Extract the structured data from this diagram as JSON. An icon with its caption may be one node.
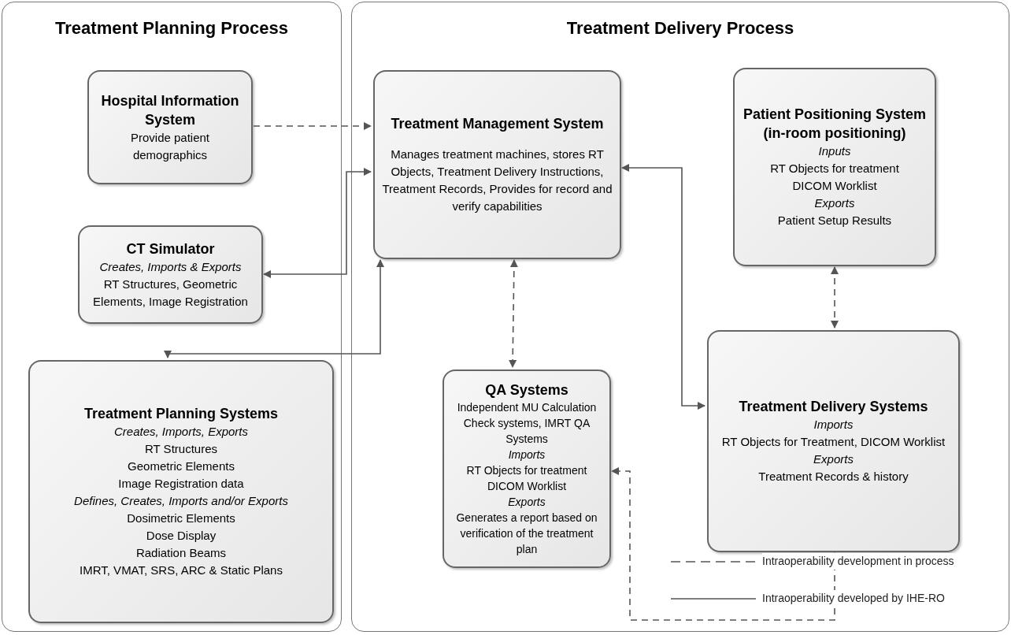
{
  "diagram": {
    "nodes": [
      {
        "text": [
          "Treatment Planning Process"
        ]
      },
      {
        "text": [
          "Treatment Delivery Process"
        ]
      },
      {
        "text": [
          "Hospital Information System",
          "Provide patient demographics"
        ],
        "in": 0
      },
      {
        "text": [
          "CT Simulator",
          "Creates, Imports & Exports",
          "RT Structures, Geometric Elements, Image Registration"
        ],
        "in": 0
      },
      {
        "text": [
          "Treatment Planning Systems",
          "Creates, Imports, Exports",
          "RT Structures",
          "Geometric Elements",
          "Image Registration data",
          "Defines, Creates, Imports and/or Exports",
          "Dosimetric Elements",
          "Dose Display",
          "Radiation Beams",
          "IMRT, VMAT, SRS, ARC & Static Plans"
        ],
        "in": 0
      },
      {
        "text": [
          "Treatment Management System",
          "Manages treatment machines, stores RT Objects, Treatment Delivery Instructions, Treatment Records, Provides for record and verify capabilities"
        ],
        "in": 1
      },
      {
        "text": [
          "Patient Positioning System (in-room positioning)",
          "Inputs",
          "RT Objects for treatment",
          "DICOM Worklist",
          "Exports",
          "Patient Setup Results"
        ],
        "in": 1
      },
      {
        "text": [
          "QA Systems",
          "Independent MU Calculation Check systems, IMRT QA Systems",
          "Imports",
          "RT Objects for treatment",
          "DICOM Worklist",
          "Exports",
          "Generates a report based on verification of the treatment plan"
        ],
        "in": 1
      },
      {
        "text": [
          "Treatment Delivery Systems",
          "Imports",
          "RT Objects for Treatment, DICOM Worklist",
          "Exports",
          "Treatment Records & history"
        ],
        "in": 1
      }
    ],
    "edges": [
      {
        "from": 2,
        "to": 5,
        "arrow": "to",
        "style": "dashed"
      },
      {
        "from": 3,
        "to": 5,
        "arrow": "both"
      },
      {
        "from": 4,
        "to": 5,
        "arrow": "both"
      },
      {
        "from": 5,
        "to": 7,
        "arrow": "both",
        "style": "dashed"
      },
      {
        "from": 5,
        "to": 8,
        "arrow": "both"
      },
      {
        "from": 6,
        "to": 8,
        "arrow": "both",
        "style": "dashed"
      },
      {
        "from": 8,
        "to": 7,
        "arrow": "both",
        "style": "dashed"
      }
    ],
    "legend": [
      {
        "text": "Intraoperability development in process"
      },
      {
        "text": "Intraoperability developed by IHE-RO"
      }
    ]
  }
}
